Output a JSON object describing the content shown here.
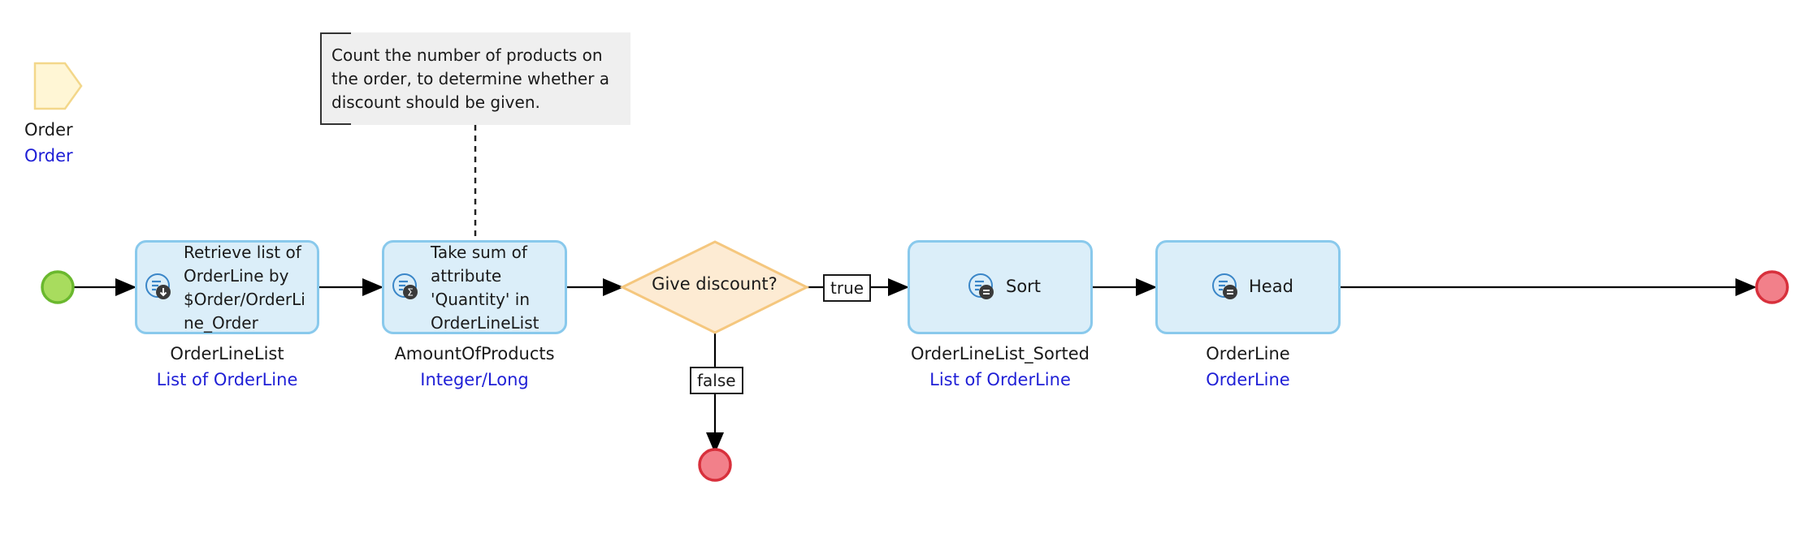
{
  "parameter": {
    "name": "Order",
    "type": "Order"
  },
  "annotation": {
    "lines": [
      "Count the number of products on",
      "the order, to determine whether a",
      "discount should be given."
    ]
  },
  "activities": {
    "retrieve": {
      "lines": [
        "Retrieve list of",
        "OrderLine by",
        "$Order/OrderLi",
        "ne_Order"
      ],
      "var_name": "OrderLineList",
      "var_type": "List of OrderLine"
    },
    "aggregate": {
      "lines": [
        "Take sum of",
        "attribute",
        "'Quantity' in",
        "OrderLineList"
      ],
      "var_name": "AmountOfProducts",
      "var_type": "Integer/Long"
    },
    "sort": {
      "label": "Sort",
      "var_name": "OrderLineList_Sorted",
      "var_type": "List of OrderLine"
    },
    "head": {
      "label": "Head",
      "var_name": "OrderLine",
      "var_type": "OrderLine"
    }
  },
  "decision": {
    "label": "Give discount?",
    "true_label": "true",
    "false_label": "false"
  },
  "colors": {
    "start": "#a8dc5e",
    "start_border": "#6ab82e",
    "end": "#f2808a",
    "end_border": "#d8303c",
    "activity_fill": "#dbeef9",
    "activity_border": "#89c9ec",
    "decision_fill": "#fdebd3",
    "decision_border": "#f5c77e",
    "parameter_fill": "#fff6d5",
    "parameter_border": "#f3d78a",
    "type_text": "#1f1fd6"
  }
}
